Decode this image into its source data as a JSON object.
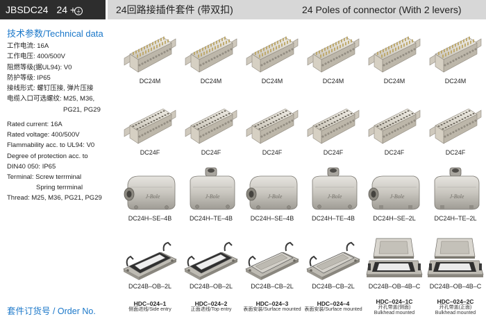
{
  "header": {
    "model": "JBSDC24",
    "poles": "24 +",
    "ground_symbol": "⏚",
    "title_cn": "24回路接插件套件 (带双扣)",
    "title_en": "24 Poles of connector (With 2 levers)"
  },
  "tech": {
    "title": "技术参数/Technical data",
    "cn": [
      "工作电流: 16A",
      "工作电压: 400/500V",
      "阻燃等级(据UL94): V0",
      "防护等级: IP65",
      "接线形式: 螺钉压接, 弹片压接",
      "电缆入口可选螺纹: M25, M36,",
      "PG21, PG29"
    ],
    "en": [
      "Rated current: 16A",
      "Rated voltage: 400/500V",
      "Flammability acc. to UL94: V0",
      "Degree of protection acc. to",
      "DIN40 050: IP65",
      "Terminal: Screw terrminal",
      "Spring terrminal",
      "Thread: M25, M36, PG21, PG29"
    ]
  },
  "rows": [
    {
      "labels": [
        "DC24M",
        "DC24M",
        "DC24M",
        "DC24M",
        "DC24M",
        "DC24M"
      ]
    },
    {
      "labels": [
        "DC24F",
        "DC24F",
        "DC24F",
        "DC24F",
        "DC24F",
        "DC24F"
      ]
    },
    {
      "labels": [
        "DC24H–SE–4B",
        "DC24H–TE–4B",
        "DC24H–SE–4B",
        "DC24H–TE–4B",
        "DC24H–SE–2L",
        "DC24H–TE–2L"
      ]
    },
    {
      "labels": [
        "DC24B–OB–2L",
        "DC24B–OB–2L",
        "DC24B–CB–2L",
        "DC24B–CB–2L",
        "DC24B–OB–4B–C",
        "DC24B–OB–4B–C"
      ]
    }
  ],
  "order": {
    "title": "套件订货号 / Order No.",
    "items": [
      {
        "code": "HDC–024–1",
        "cn": "侧面进线",
        "en": "Side entry"
      },
      {
        "code": "HDC–024–2",
        "cn": "正面进线",
        "en": "Top entry"
      },
      {
        "code": "HDC–024–3",
        "cn": "表面安装",
        "en": "Surface mounted"
      },
      {
        "code": "HDC–024–4",
        "cn": "表面安装",
        "en": "Surface mounted"
      },
      {
        "code": "HDC–024–1C",
        "cn": "开孔带盖(侧面)",
        "en": "Bulkhead mounted"
      },
      {
        "code": "HDC–024–2C",
        "cn": "开孔带盖(正面)",
        "en": "Bulkhead mounted"
      }
    ]
  },
  "brand_mark": "J-Bole"
}
